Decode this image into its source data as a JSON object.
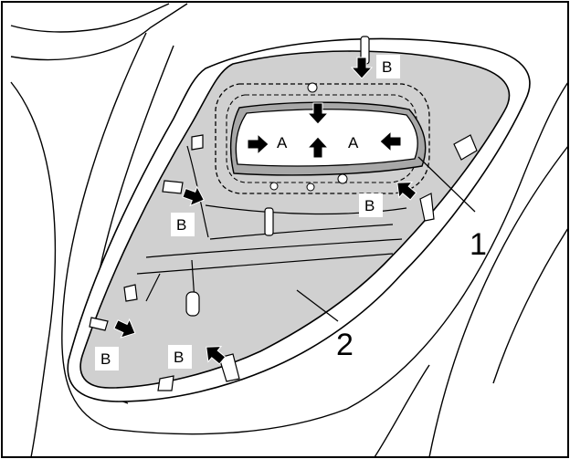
{
  "figure": {
    "callouts": [
      {
        "id": "1",
        "text": "1"
      },
      {
        "id": "2",
        "text": "2"
      }
    ],
    "letter_labels": [
      {
        "id": "a-left",
        "text": "A"
      },
      {
        "id": "a-right",
        "text": "A"
      },
      {
        "id": "b-top",
        "text": "B"
      },
      {
        "id": "b-right",
        "text": "B"
      },
      {
        "id": "b-left-upper",
        "text": "B"
      },
      {
        "id": "b-left-lower",
        "text": "B"
      },
      {
        "id": "b-bottom",
        "text": "B"
      }
    ],
    "arrow_icon": "solid-black-arrow",
    "colors": {
      "panel_fill": "#d0d0d0",
      "inner_fill": "#c8c8c8",
      "line": "#000000",
      "label_box": "#ffffff"
    }
  }
}
